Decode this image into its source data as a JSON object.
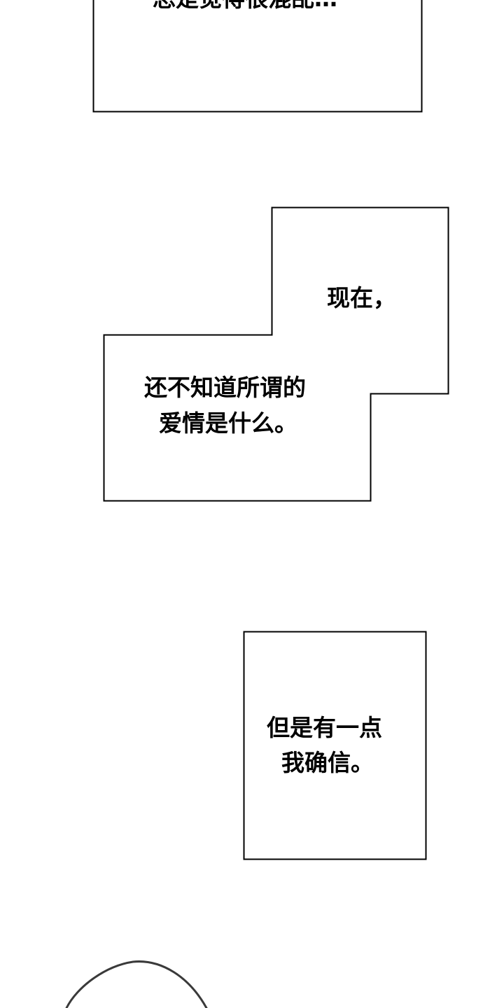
{
  "captions": {
    "box1_line1": "总是觉得很混乱…",
    "box2_line1": "现在，",
    "box3_line1": "还不知道所谓的",
    "box3_line2": "爱情是什么。",
    "box4_line1": "但是有一点",
    "box4_line2": "我确信。"
  },
  "colors": {
    "background": "#ffffff",
    "border": "#000000",
    "text": "#000000"
  }
}
